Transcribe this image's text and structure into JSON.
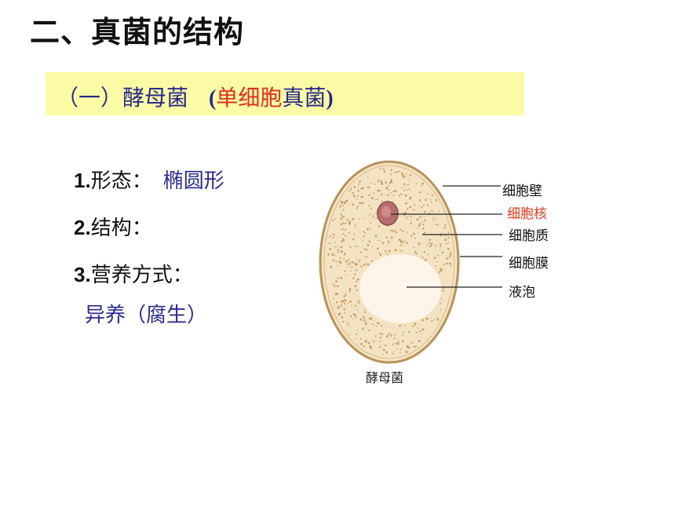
{
  "title": "二、真菌的结构",
  "subtitle": {
    "prefix": "（一）酵母菌",
    "paren_open": "(",
    "red_part": "单细胞",
    "blue_part": "真菌",
    "paren_close": ")"
  },
  "items": [
    {
      "num": "1.",
      "label": "形态：",
      "value": "椭圆形"
    },
    {
      "num": "2.",
      "label": "结构：",
      "value": ""
    },
    {
      "num": "3.",
      "label": "营养方式：",
      "value": "异养（腐生）"
    }
  ],
  "diagram": {
    "caption": "酵母菌",
    "labels": {
      "cell_wall": "细胞壁",
      "nucleus": "细胞核",
      "cytoplasm": "细胞质",
      "membrane": "细胞膜",
      "vacuole": "液泡"
    },
    "colors": {
      "cell_fill": "#f4e3c2",
      "cell_border": "#b8935a",
      "dots": "#c59a63",
      "vacuole": "#fcf6ea",
      "nucleus": "#b86d6d",
      "highlight_label": "#e53a1f"
    }
  }
}
